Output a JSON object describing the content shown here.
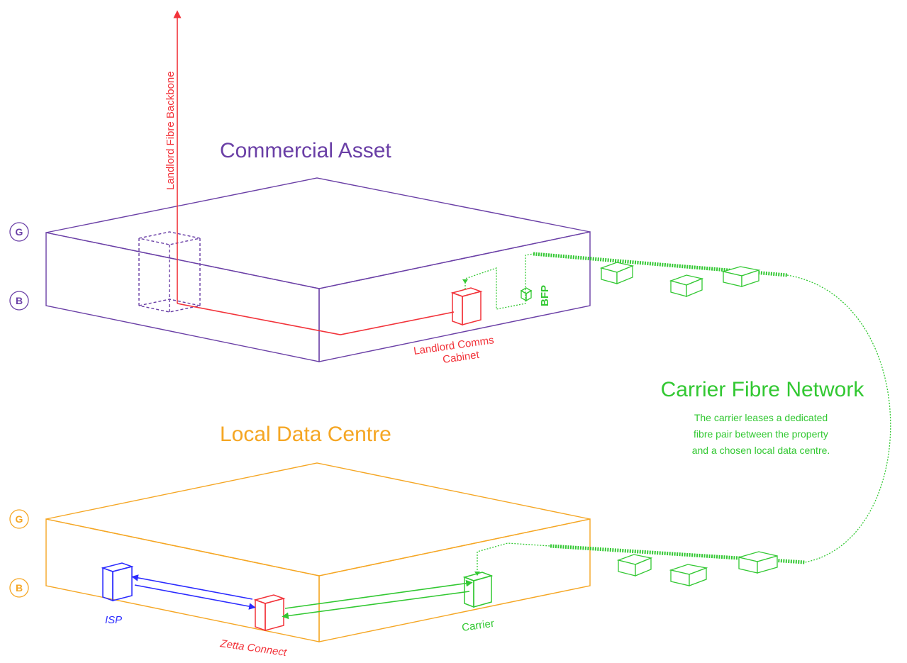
{
  "colors": {
    "commercial": "#6a3fa6",
    "datacentre": "#f5a623",
    "landlord": "#f2333a",
    "carrier": "#32c832",
    "isp": "#2b2bff"
  },
  "backbone": {
    "label": "Landlord Fibre Backbone"
  },
  "commercial_asset": {
    "title": "Commercial Asset",
    "floor_g": "G",
    "floor_b": "B",
    "cabinet_label_line1": "Landlord Comms",
    "cabinet_label_line2": "Cabinet",
    "bfp_label": "BFP"
  },
  "carrier_network": {
    "title": "Carrier Fibre Network",
    "desc_line1": "The carrier leases a dedicated",
    "desc_line2": "fibre pair between the property",
    "desc_line3": "and a chosen local data centre."
  },
  "local_dc": {
    "title": "Local Data Centre",
    "floor_g": "G",
    "floor_b": "B",
    "isp_label": "ISP",
    "zetta_label": "Zetta Connect",
    "carrier_label": "Carrier"
  }
}
